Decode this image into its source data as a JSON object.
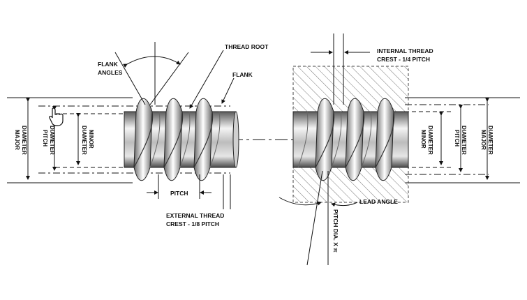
{
  "labels": {
    "flank_angles_1": "FLANK",
    "flank_angles_2": "ANGLES",
    "thread_root": "THREAD ROOT",
    "flank": "FLANK",
    "internal_thread_1": "INTERNAL THREAD",
    "internal_thread_2": "CREST - 1/4 PITCH",
    "pitch_bottom": "PITCH",
    "external_thread_1": "EXTERNAL THREAD",
    "external_thread_2": "CREST - 1/8 PITCH",
    "lead_angle": "LEAD ANGLE",
    "pitch_dia_pi": "PITCH DIA. X π",
    "left_major_1": "MAJOR",
    "left_major_2": "DIAMETER",
    "left_pitch_1": "PITCH",
    "left_pitch_2": "DIAMETER",
    "left_minor_1": "MINOR",
    "left_minor_2": "DIAMETER",
    "right_minor_1": "MINOR",
    "right_minor_2": "DIAMETER",
    "right_pitch_1": "PITCH",
    "right_pitch_2": "DIAMETER",
    "right_major_1": "MAJOR",
    "right_major_2": "DIAMETER"
  },
  "icons": {
    "cursor": "hand-pointer-icon"
  },
  "colors": {
    "line": "#111111",
    "metal_dark": "#4a4a4a",
    "metal_light": "#f2f2f2",
    "hatch": "#777777"
  }
}
